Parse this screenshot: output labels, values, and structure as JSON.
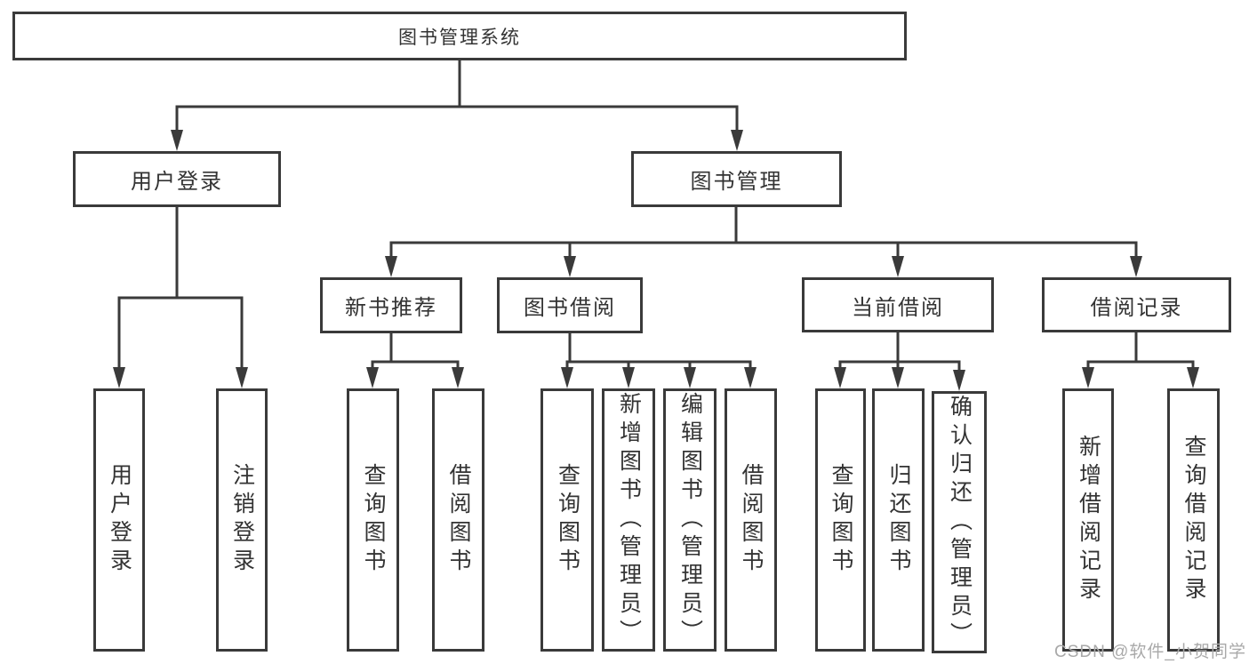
{
  "diagram": {
    "title": "图书管理系统",
    "nodes": {
      "root": {
        "label": "图书管理系统"
      },
      "user_login": {
        "label": "用户登录"
      },
      "book_mgmt": {
        "label": "图书管理"
      },
      "ul_login": {
        "label": "用户登录"
      },
      "ul_logout": {
        "label": "注销登录"
      },
      "new_book_rec": {
        "label": "新书推荐"
      },
      "book_borrow": {
        "label": "图书借阅"
      },
      "current_borrow": {
        "label": "当前借阅"
      },
      "borrow_records": {
        "label": "借阅记录"
      },
      "nbr_query_books": {
        "label": "查询图书"
      },
      "nbr_borrow_books": {
        "label": "借阅图书"
      },
      "bb_query_books": {
        "label": "查询图书"
      },
      "bb_add_books": {
        "label": "新增图书（管理员）"
      },
      "bb_edit_books": {
        "label": "编辑图书（管理员）"
      },
      "bb_borrow_books": {
        "label": "借阅图书"
      },
      "cb_query_books": {
        "label": "查询图书"
      },
      "cb_return_books": {
        "label": "归还图书"
      },
      "cb_confirm_return": {
        "label": "确认归还（管理员）"
      },
      "br_add_record": {
        "label": "新增借阅记录"
      },
      "br_query_record": {
        "label": "查询借阅记录"
      }
    },
    "colors": {
      "line": "#3a3a3a",
      "text": "#333333",
      "background": "#ffffff",
      "watermark": "#a9a9a9"
    }
  },
  "watermark": {
    "text": "CSDN @软件_小贺同学"
  }
}
